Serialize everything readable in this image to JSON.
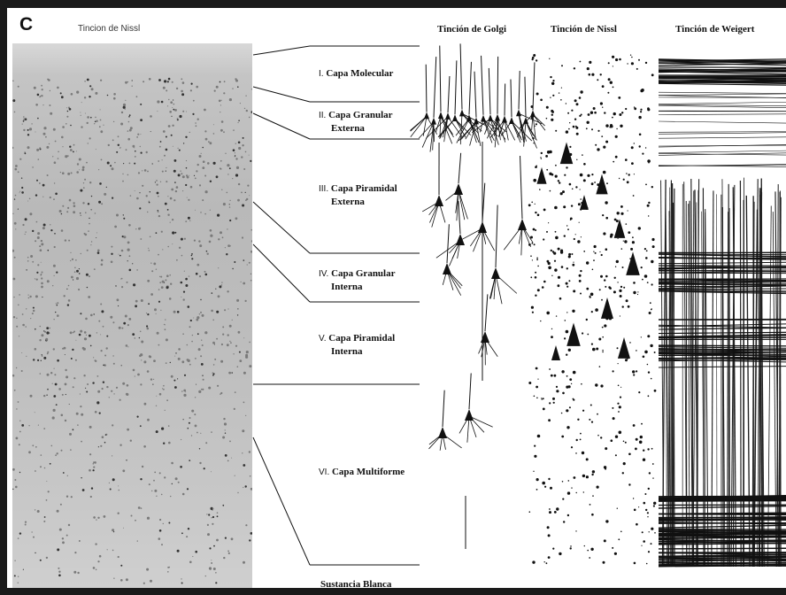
{
  "panel_letter": "C",
  "photo_title": "Tincion de Nissl",
  "columns": {
    "golgi": "Tinción de Golgi",
    "nissl": "Tinción de Nissl",
    "weigert": "Tinción de Weigert"
  },
  "layers": [
    {
      "num": "I.",
      "name": "Capa Molecular",
      "sub": ""
    },
    {
      "num": "II.",
      "name": "Capa Granular",
      "sub": "Externa"
    },
    {
      "num": "III.",
      "name": "Capa Piramidal",
      "sub": "Externa"
    },
    {
      "num": "IV.",
      "name": "Capa Granular",
      "sub": "Interna"
    },
    {
      "num": "V.",
      "name": "Capa Piramidal",
      "sub": "Interna"
    },
    {
      "num": "VI.",
      "name": "Capa Multiforme",
      "sub": ""
    }
  ],
  "white_matter": "Sustancia Blanca"
}
